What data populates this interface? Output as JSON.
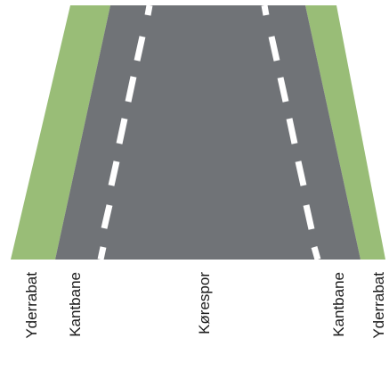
{
  "colors": {
    "verge": "#99bd77",
    "asphalt": "#707377",
    "lane_marking": "#ffffff",
    "label_text": "#1a1a1a"
  },
  "labels": {
    "left_verge": "Yderrabat",
    "left_edge_lane": "Kantbane",
    "carriageway": "Kørespor",
    "right_edge_lane": "Kantbane",
    "right_verge": "Yderrabat"
  }
}
